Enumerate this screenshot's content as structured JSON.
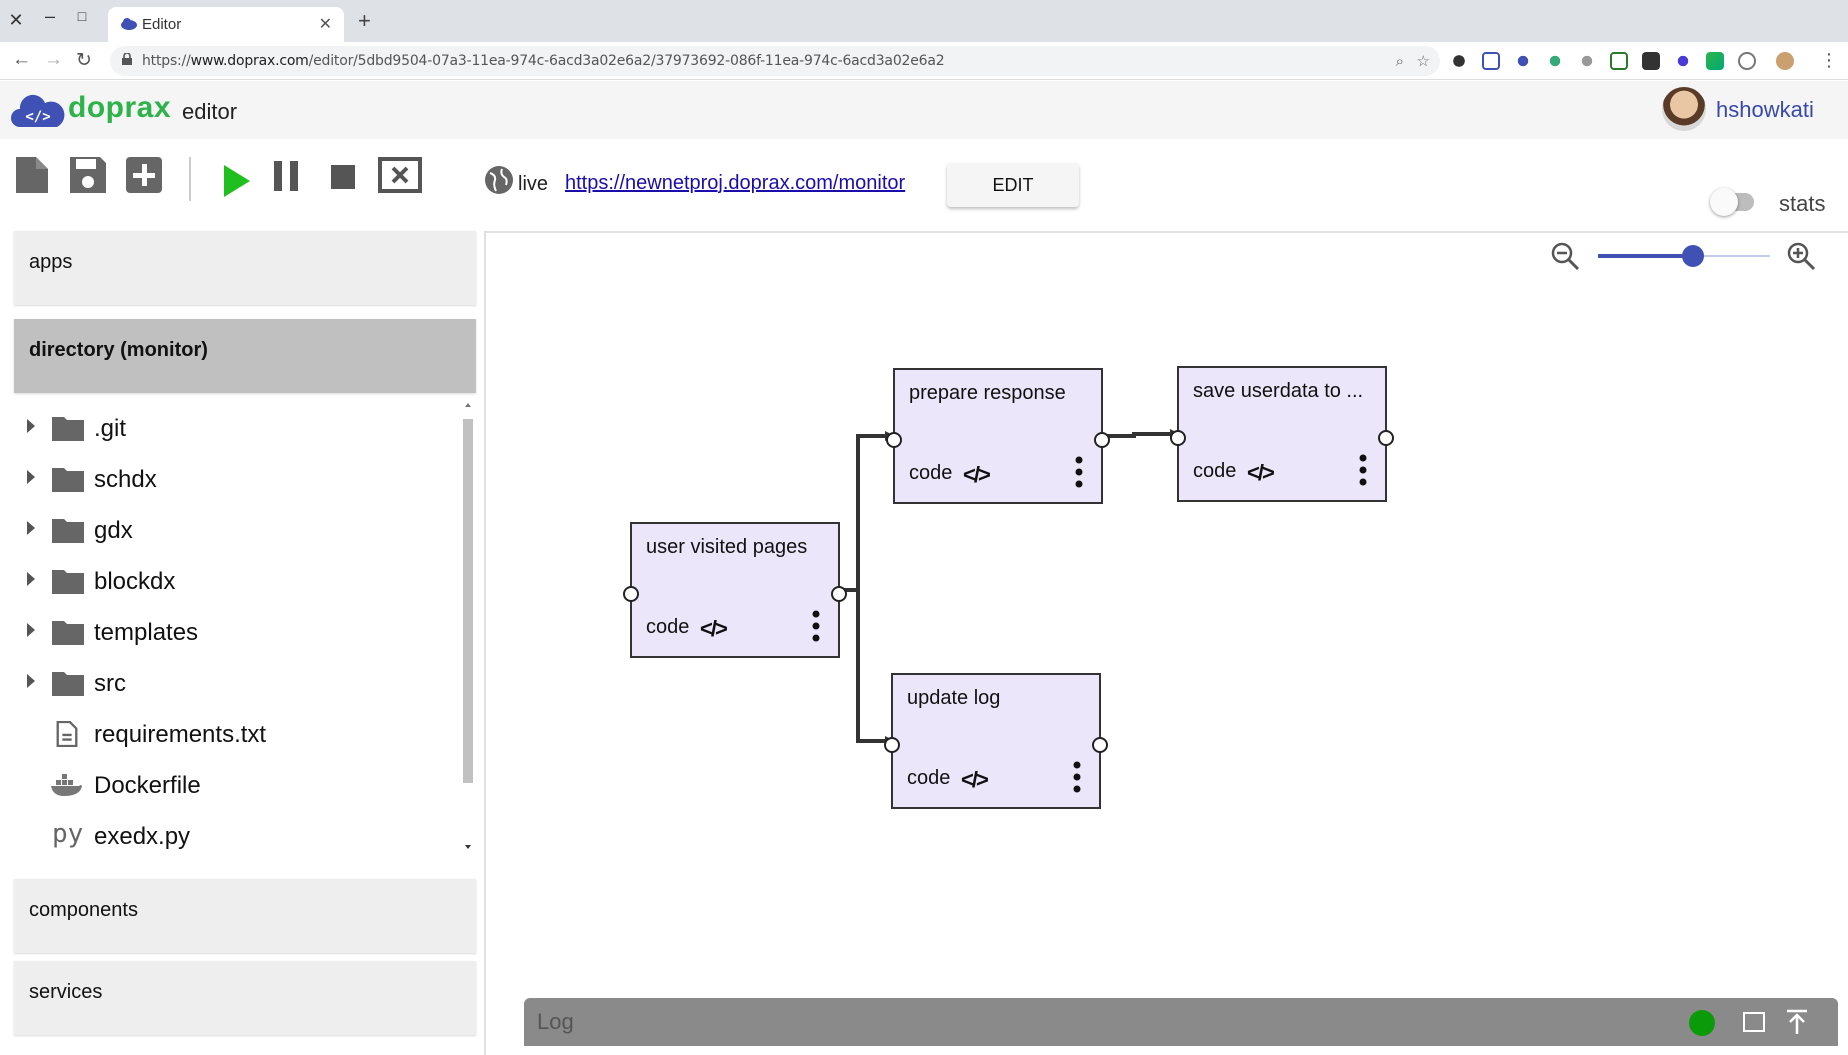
{
  "browser": {
    "tab_title": "Editor",
    "url_prefix": "https://",
    "url_host": "www.doprax.com",
    "url_path": "/editor/5dbd9504-07a3-11ea-974c-6acd3a02e6a2/37973692-086f-11ea-974c-6acd3a02e6a2"
  },
  "header": {
    "logo_text": "doprax",
    "logo_subtitle": "editor",
    "logo_cloud_text": "</>",
    "username": "hshowkati"
  },
  "toolbar": {
    "live_label": "live",
    "live_url": "https://newnetproj.doprax.com/monitor",
    "edit_label": "EDIT",
    "stats_label": "stats",
    "stats_enabled": false
  },
  "sidebar": {
    "apps_label": "apps",
    "directory_label": "directory (monitor)",
    "components_label": "components",
    "services_label": "services",
    "tree": [
      {
        "name": ".git",
        "type": "folder"
      },
      {
        "name": "schdx",
        "type": "folder"
      },
      {
        "name": "gdx",
        "type": "folder"
      },
      {
        "name": "blockdx",
        "type": "folder"
      },
      {
        "name": "templates",
        "type": "folder"
      },
      {
        "name": "src",
        "type": "folder"
      },
      {
        "name": "requirements.txt",
        "type": "text-file"
      },
      {
        "name": "Dockerfile",
        "type": "docker-file"
      },
      {
        "name": "exedx.py",
        "type": "python-file"
      }
    ]
  },
  "canvas": {
    "zoom_level": 0.55,
    "nodes": [
      {
        "id": "user-visited-pages",
        "title": "user visited pages",
        "code_label": "code",
        "code_icon": "</>"
      },
      {
        "id": "prepare-response",
        "title": "prepare response",
        "code_label": "code",
        "code_icon": "</>"
      },
      {
        "id": "save-userdata",
        "title": "save userdata to ...",
        "code_label": "code",
        "code_icon": "</>"
      },
      {
        "id": "update-log",
        "title": "update log",
        "code_label": "code",
        "code_icon": "</>"
      }
    ]
  },
  "log": {
    "title": "Log",
    "status_color": "#0a9a0a"
  },
  "colors": {
    "accent": "#3f51b5",
    "brand_green": "#2db34a",
    "node_fill": "#ece6fb",
    "play_green": "#1fbf1f"
  }
}
